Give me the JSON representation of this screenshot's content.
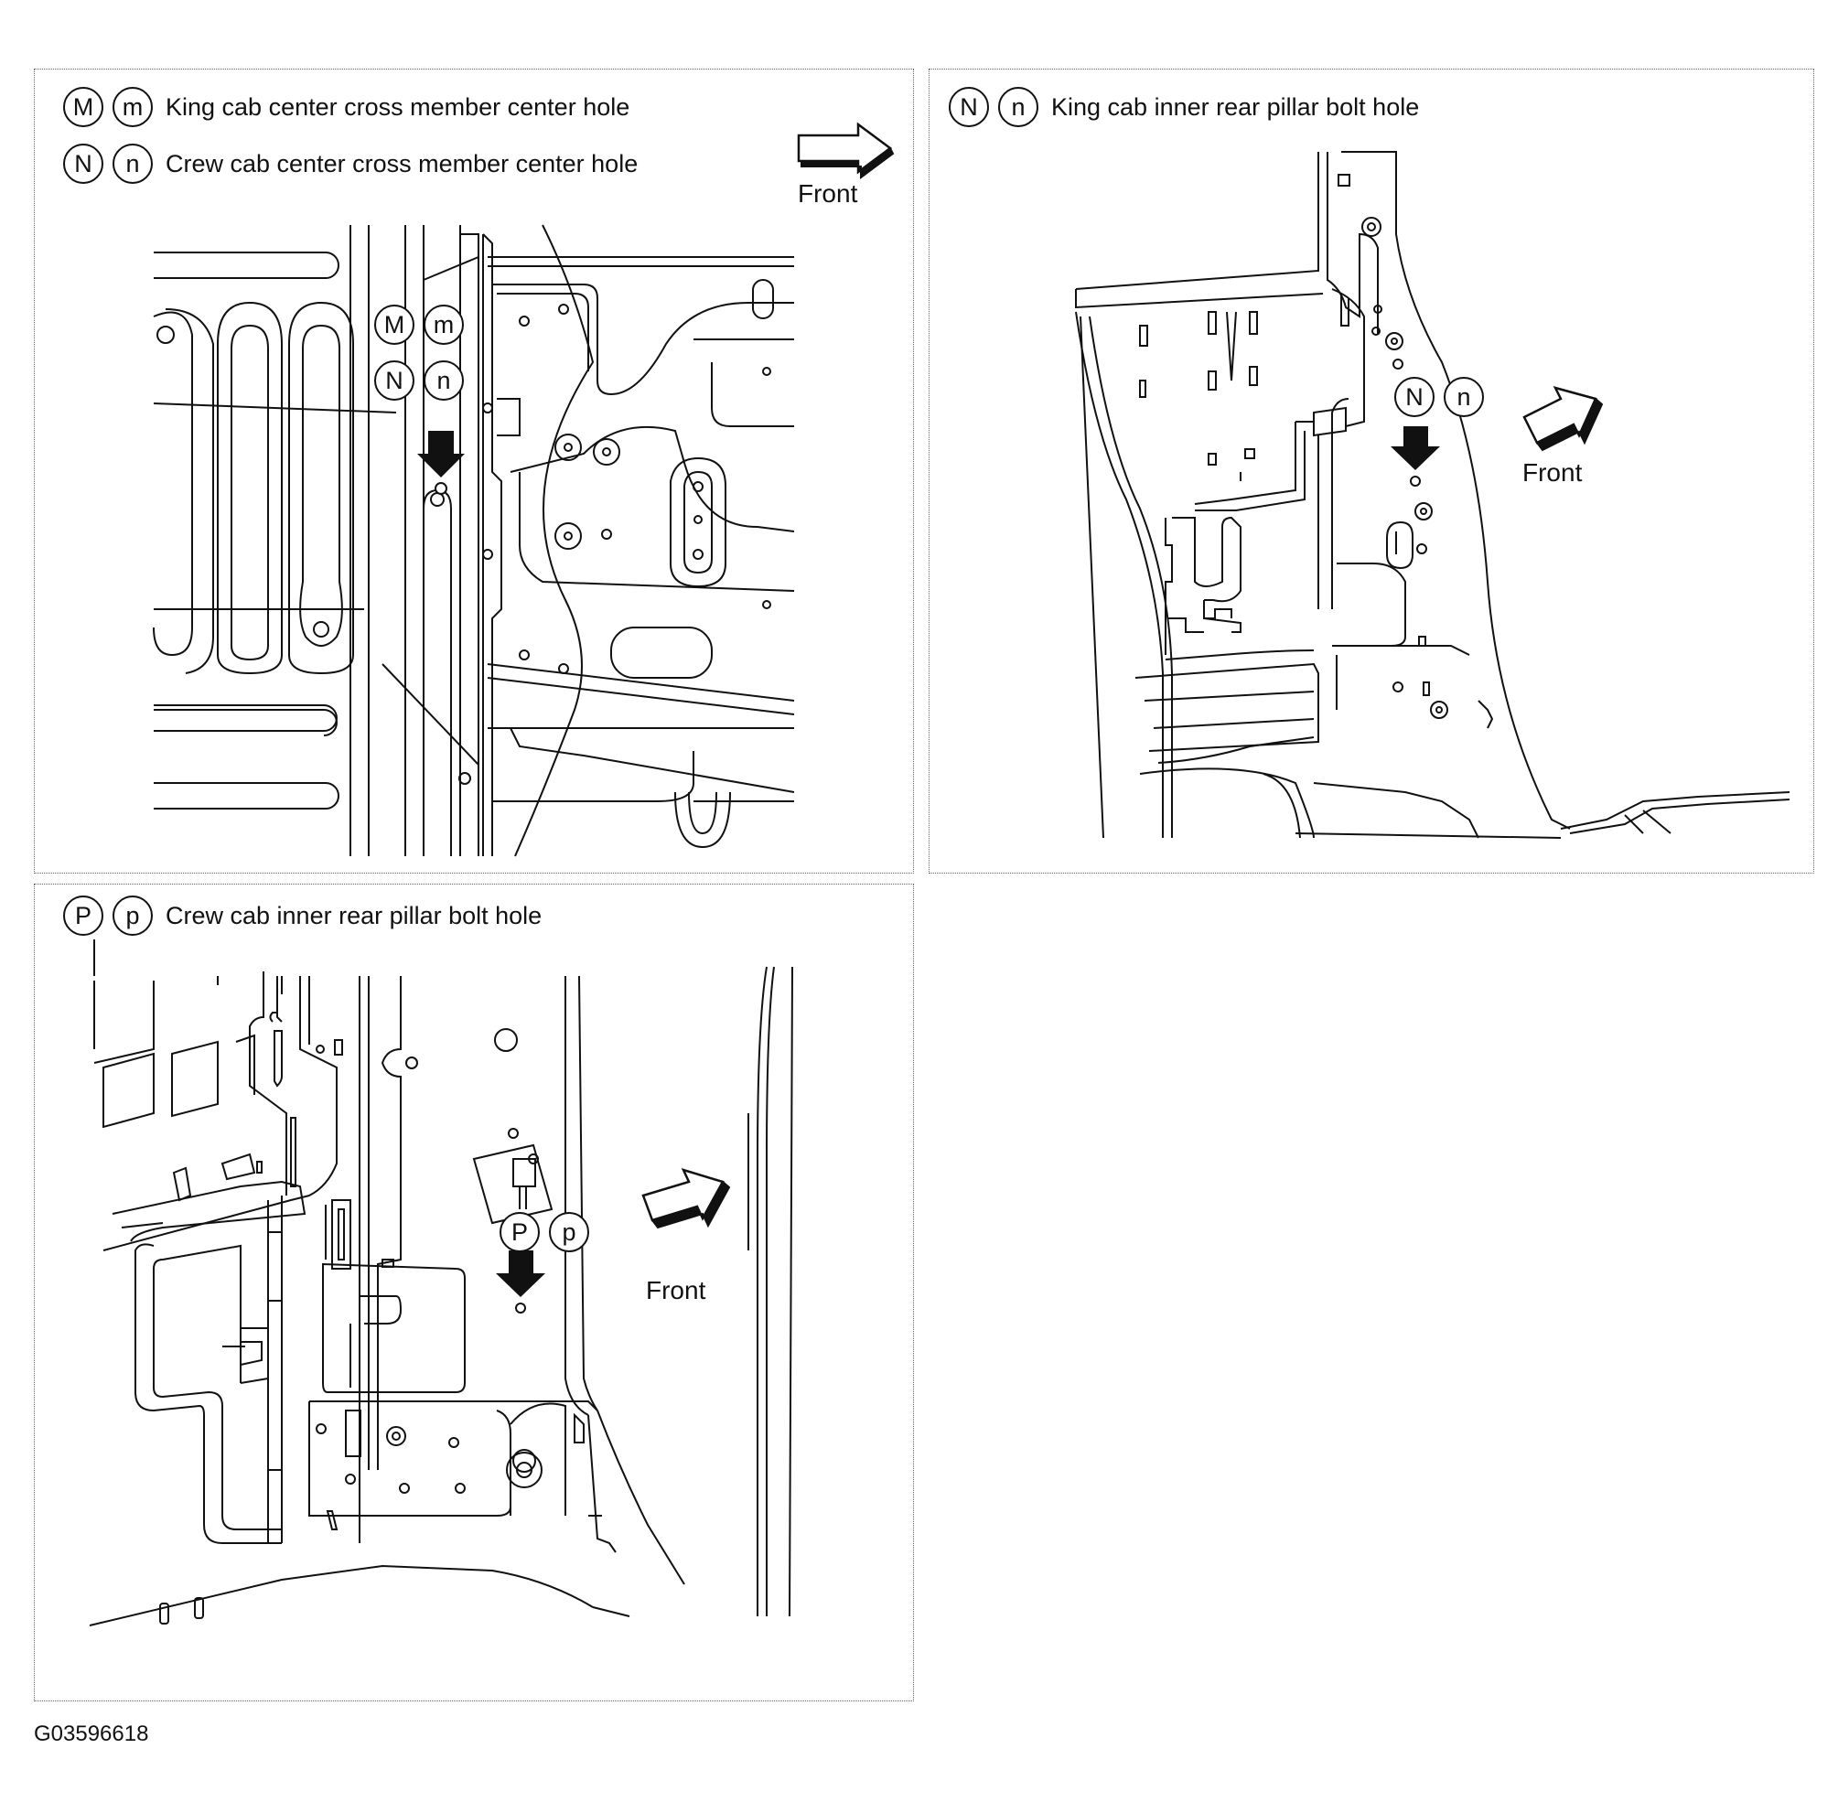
{
  "panel_a": {
    "legends": [
      {
        "badges": [
          "M",
          "m"
        ],
        "text": "King cab center cross member center hole"
      },
      {
        "badges": [
          "N",
          "n"
        ],
        "text": "Crew cab center cross member center hole"
      }
    ],
    "front_label": "Front",
    "callouts": [
      {
        "upper": "M",
        "lower": "m"
      },
      {
        "upper": "N",
        "lower": "n"
      }
    ]
  },
  "panel_b": {
    "legends": [
      {
        "badges": [
          "N",
          "n"
        ],
        "text": "King cab inner rear pillar bolt hole"
      }
    ],
    "front_label": "Front",
    "callouts": [
      {
        "upper": "N",
        "lower": "n"
      }
    ]
  },
  "panel_c": {
    "legends": [
      {
        "badges": [
          "P",
          "p"
        ],
        "text": "Crew cab inner rear pillar bolt hole"
      }
    ],
    "front_label": "Front",
    "callouts": [
      {
        "upper": "P",
        "lower": "p"
      }
    ]
  },
  "figure_id": "G03596618",
  "colors": {
    "line": "#111111",
    "background": "#ffffff",
    "border": "#666666"
  }
}
